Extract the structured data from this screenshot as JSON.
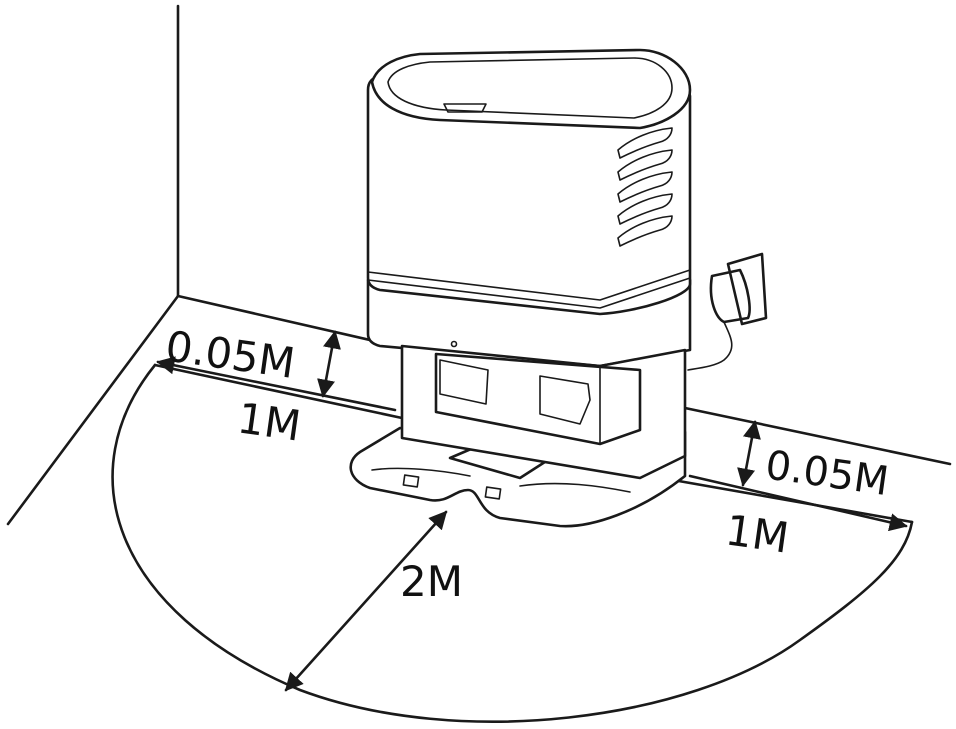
{
  "labels": {
    "left_gap": "0.05M",
    "left_side": "1M",
    "right_gap": "0.05M",
    "right_side": "1M",
    "front": "2M"
  },
  "colors": {
    "ink": "#1a1a1a",
    "background": "#ffffff"
  },
  "icons": [
    "dock-station",
    "power-plug",
    "dimension-arrow"
  ]
}
